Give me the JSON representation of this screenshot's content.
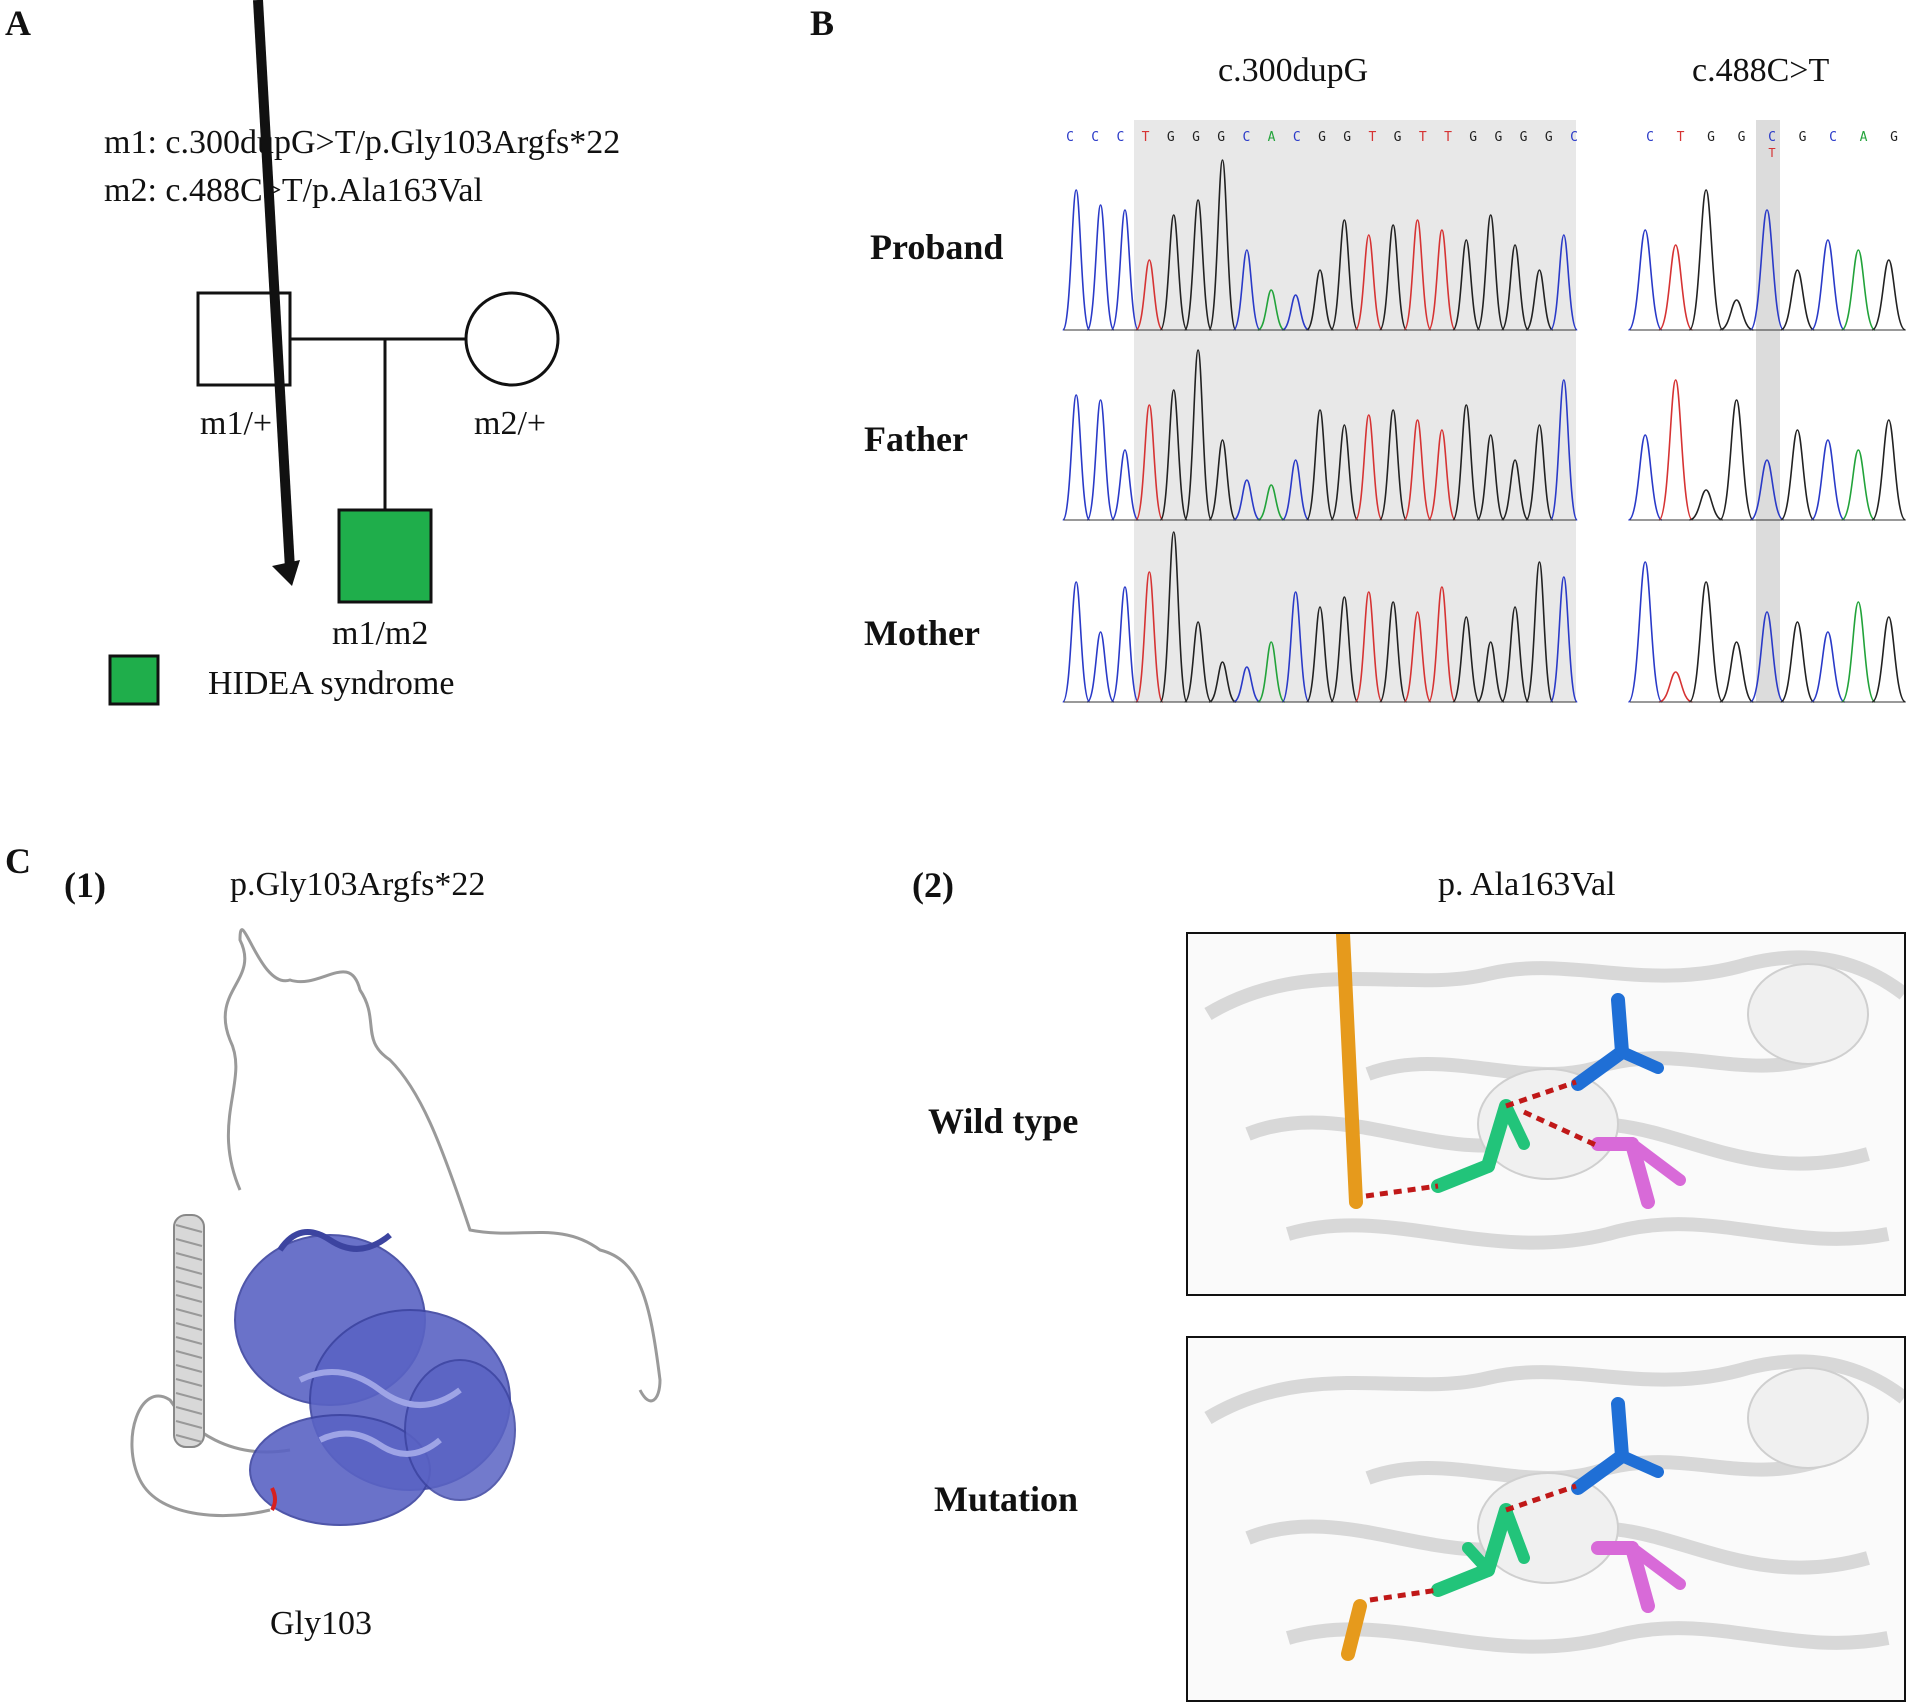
{
  "panels": {
    "a": "A",
    "b": "B",
    "c": "C"
  },
  "pedigree": {
    "m1_line": "m1: c.300dupG>T/p.Gly103Argfs*22",
    "m2_line": "m2: c.488C>T/p.Ala163Val",
    "father_genotype": "m1/+",
    "mother_genotype": "m2/+",
    "proband_genotype": "m1/m2",
    "legend_label": "HIDEA syndrome",
    "affected_color": "#1fae4b"
  },
  "sequencing": {
    "col1_title": "c.300dupG",
    "col2_title": "c.488C>T",
    "rows": [
      "Proband",
      "Father",
      "Mother"
    ],
    "col1_bases": [
      "C",
      "C",
      "C",
      "T",
      "G",
      "G",
      "G",
      "C",
      "A",
      "C",
      "G",
      "G",
      "T",
      "G",
      "T",
      "T",
      "G",
      "G",
      "G",
      "G",
      "C"
    ],
    "col2_bases": [
      "C",
      "T",
      "G",
      "G",
      "C",
      "G",
      "C",
      "A",
      "G"
    ],
    "col2_alt_base": "T",
    "base_colors": {
      "A": "#22a33a",
      "C": "#2a3ac8",
      "G": "#222222",
      "T": "#d63333"
    }
  },
  "structure": {
    "sub1_label": "(1)",
    "sub1_title": "p.Gly103Argfs*22",
    "residue_label": "Gly103",
    "sub2_label": "(2)",
    "sub2_title": "p. Ala163Val",
    "wild_label": "Wild type",
    "mut_label": "Mutation",
    "protein_color": "#5a63c4"
  }
}
